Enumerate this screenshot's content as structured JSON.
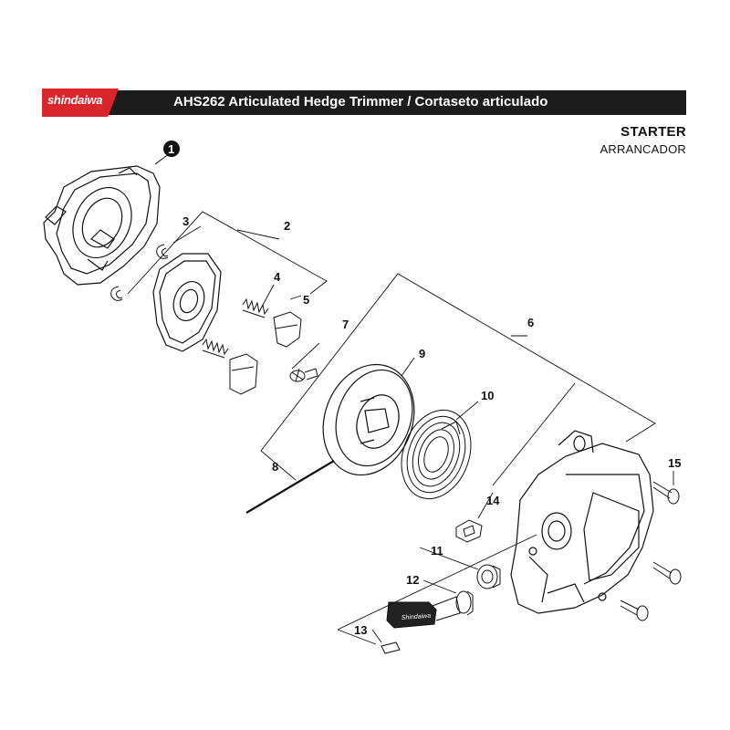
{
  "brand": {
    "logo_text": "shindaiwa",
    "color": "#d8262c"
  },
  "header": {
    "title": "AHS262 Articulated Hedge Trimmer / Cortaseto articulado"
  },
  "section": {
    "title": "STARTER",
    "subtitle": "ARRANCADOR"
  },
  "callouts": {
    "c1": "1",
    "c2": "2",
    "c3": "3",
    "c4": "4",
    "c5": "5",
    "c6": "6",
    "c7": "7",
    "c8": "8",
    "c9": "9",
    "c10": "10",
    "c11": "11",
    "c12": "12",
    "c13": "13",
    "c14": "14",
    "c15": "15"
  },
  "handle_text": "Shindaiwa"
}
